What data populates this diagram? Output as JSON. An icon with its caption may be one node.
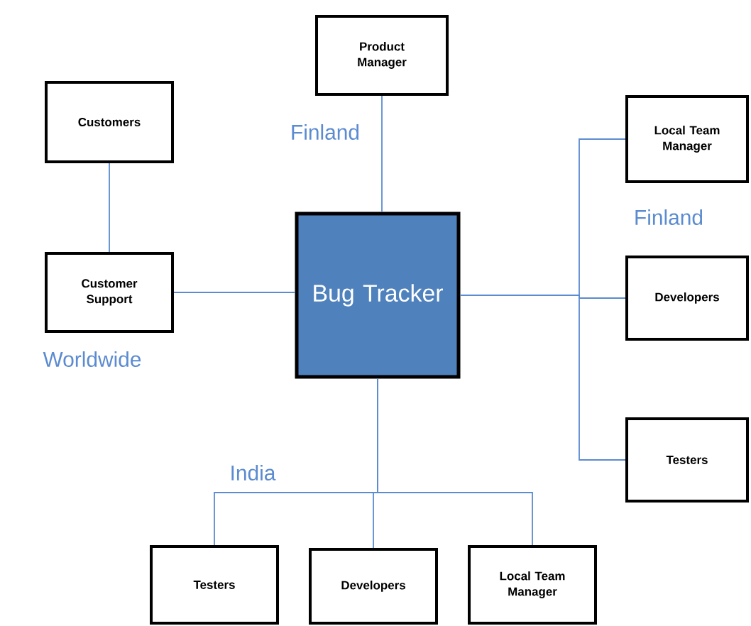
{
  "diagram": {
    "nodes": [
      {
        "text": [
          "Product Manager"
        ]
      },
      {
        "text": [
          "Customers"
        ]
      },
      {
        "text": [
          "Local Team Manager"
        ]
      },
      {
        "text": [
          "Customer Support"
        ]
      },
      {
        "text": [
          "Bug Tracker"
        ]
      },
      {
        "text": [
          "Developers"
        ]
      },
      {
        "text": [
          "Testers"
        ]
      },
      {
        "text": [
          "Testers"
        ]
      },
      {
        "text": [
          "Developers"
        ]
      },
      {
        "text": [
          "Local Team Manager"
        ]
      }
    ],
    "edges": [
      {
        "from": 0,
        "to": 4,
        "arrow": "none"
      },
      {
        "from": 1,
        "to": 3,
        "arrow": "none"
      },
      {
        "from": 3,
        "to": 4,
        "arrow": "none"
      },
      {
        "from": 4,
        "to": 2,
        "arrow": "none"
      },
      {
        "from": 4,
        "to": 5,
        "arrow": "none"
      },
      {
        "from": 4,
        "to": 6,
        "arrow": "none"
      },
      {
        "from": 4,
        "to": 7,
        "arrow": "none"
      },
      {
        "from": 4,
        "to": 8,
        "arrow": "none"
      },
      {
        "from": 4,
        "to": 9,
        "arrow": "none"
      }
    ],
    "labels": [
      "Finland",
      "Finland",
      "Worldwide",
      "India"
    ]
  }
}
